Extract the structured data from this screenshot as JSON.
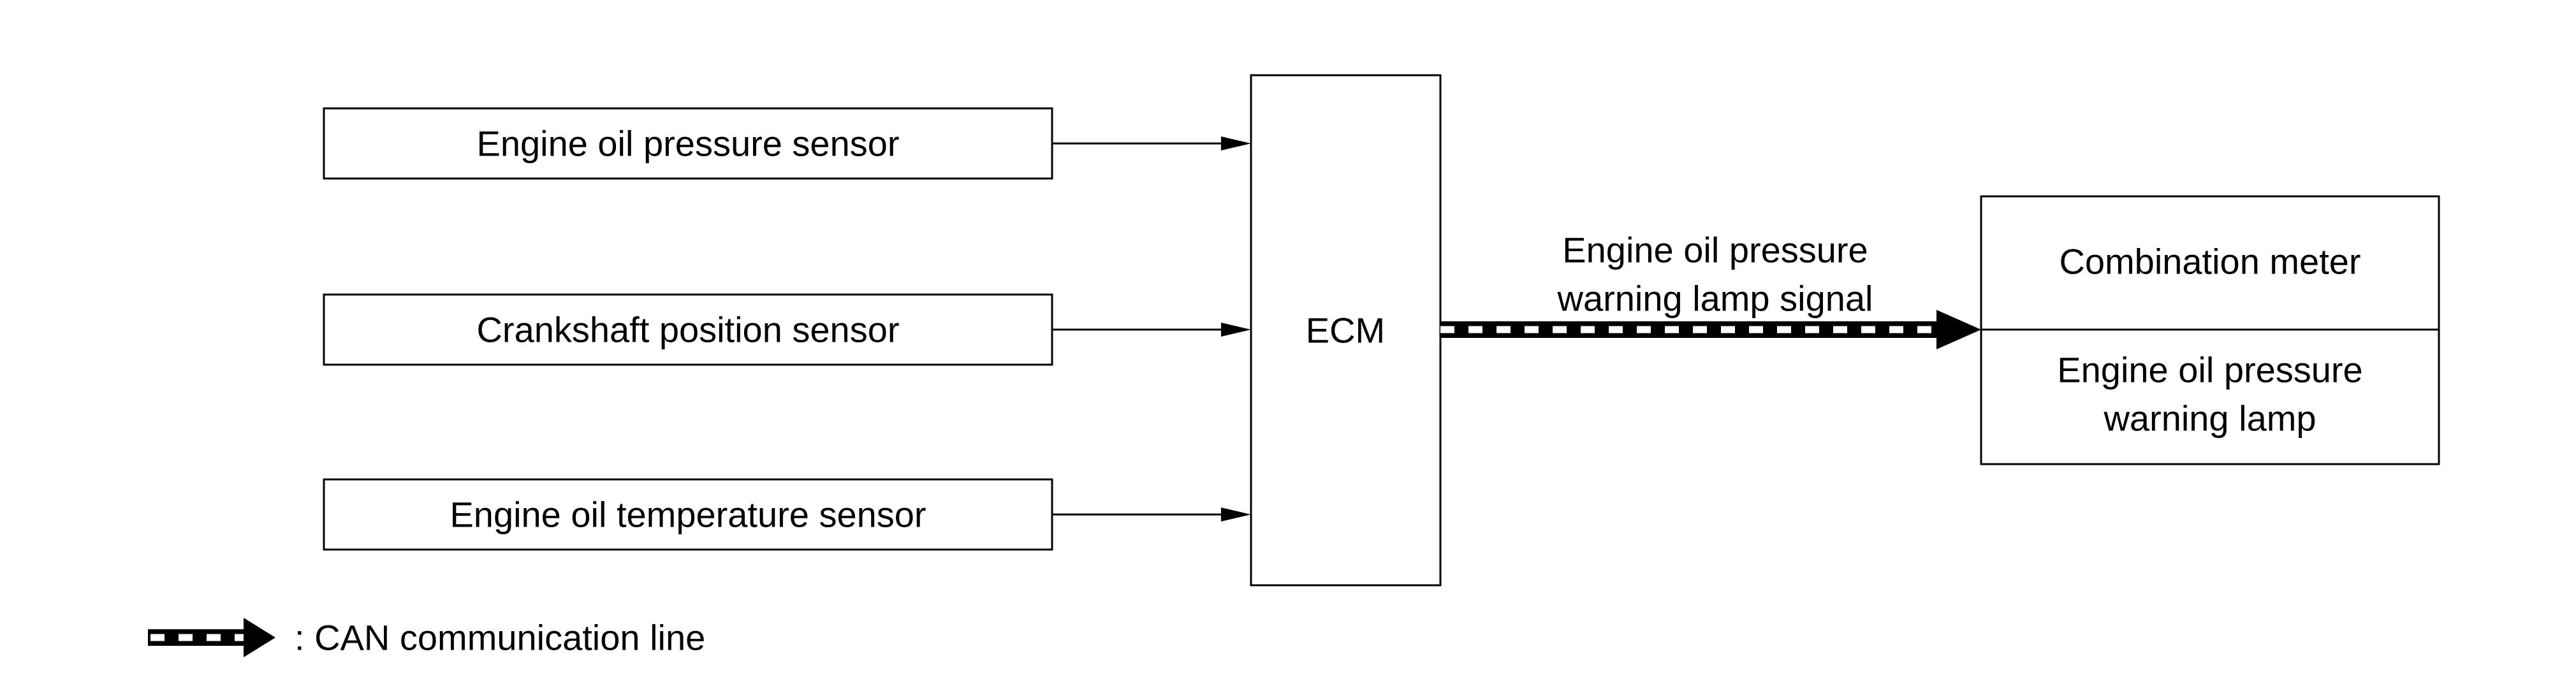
{
  "diagram": {
    "inputs": [
      "Engine oil pressure sensor",
      "Crankshaft position sensor",
      "Engine oil temperature sensor"
    ],
    "controller": "ECM",
    "signal": {
      "line1": "Engine oil pressure",
      "line2": "warning lamp signal"
    },
    "output": {
      "title": "Combination meter",
      "line1": "Engine oil pressure",
      "line2": "warning lamp"
    },
    "legend": {
      "text": ": CAN communication line"
    }
  },
  "colors": {
    "line": "#000000",
    "background": "#ffffff"
  }
}
